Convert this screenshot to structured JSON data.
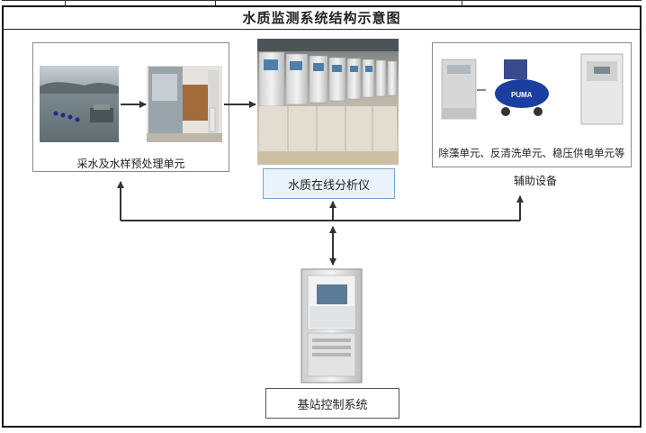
{
  "title": "水质监测系统结构示意图",
  "sampling_unit": {
    "caption": "采水及水样预处理单元"
  },
  "analyzer": {
    "label": "水质在线分析仪"
  },
  "auxiliary": {
    "caption": "除藻单元、反清洗单元、稳压供电单元等",
    "label": "辅助设备",
    "compressor_brand": "PUMA"
  },
  "base_station": {
    "label": "基站控制系统"
  },
  "colors": {
    "arrow": "#333333",
    "label_fill": "#eaf2fb",
    "label_border": "#7fa3c7"
  }
}
